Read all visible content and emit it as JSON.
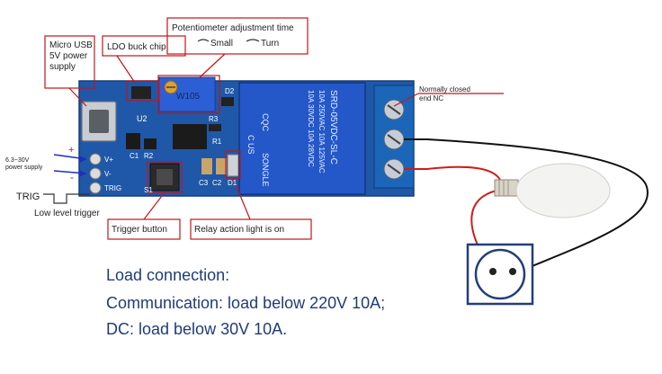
{
  "labels": {
    "micro_usb": [
      "Micro USB",
      "5V power",
      "supply"
    ],
    "ldo": "LDO buck chip",
    "pot_title": "Potentiometer adjustment time",
    "pot_small": "Small",
    "pot_turn": "Turn",
    "normally_closed": [
      "Normally closed",
      "end NC"
    ],
    "supply": [
      "6.3~30V",
      "power supply"
    ],
    "plus": "+",
    "minus": "-",
    "trig": "TRIG",
    "low_level": "Low level trigger",
    "trigger_button": "Trigger button",
    "relay_light": "Relay action light is on"
  },
  "board": {
    "pot_marking": "W105",
    "u2": "U2",
    "d2": "D2",
    "r3": "R3",
    "c1": "C1",
    "r2": "R2",
    "r1": "R1",
    "c3": "C3",
    "c2": "C2",
    "d1": "D1",
    "s1": "S1",
    "vplus": "V+",
    "vminus": "V-",
    "trig": "TRIG"
  },
  "relay": {
    "lines": [
      "SRD-05VDC-SL-C",
      "10A 250VAC  10A 125VAC",
      "10A 30VDC  10A 28VDC"
    ],
    "brand": "SONGLE",
    "cert": "C  US",
    "cqc": "CQC"
  },
  "notes": {
    "title": "Load connection:",
    "line1": "Communication: load below 220V 10A;",
    "line2": "DC: load below 30V 10A."
  },
  "colors": {
    "board": "#1f58a8",
    "annotation": "#c0161c",
    "relay": "#2458c9",
    "text_blue": "#1f3c78"
  }
}
